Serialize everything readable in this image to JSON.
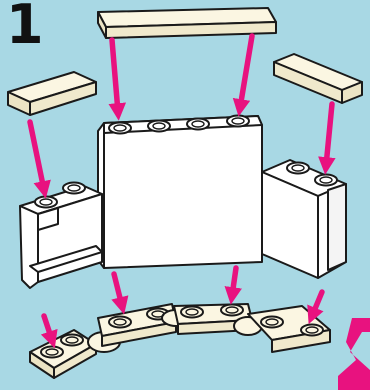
{
  "step": {
    "number": "1"
  },
  "colors": {
    "background": "#a8d8e4",
    "brick": "#ffffff",
    "plate": "#fbf6e2",
    "outline": "#1a1a1a",
    "arrow": "#e8127f",
    "corner_mark": "#e8127f"
  },
  "parts": [
    "tile-1x4",
    "tile-1x2-left",
    "tile-1x2-right",
    "panel-1x4x3",
    "panel-1x2x2-left",
    "panel-1x2x2-right",
    "round-plates-base"
  ],
  "icons": [
    "down-arrow-icon",
    "sigma-corner-icon"
  ]
}
